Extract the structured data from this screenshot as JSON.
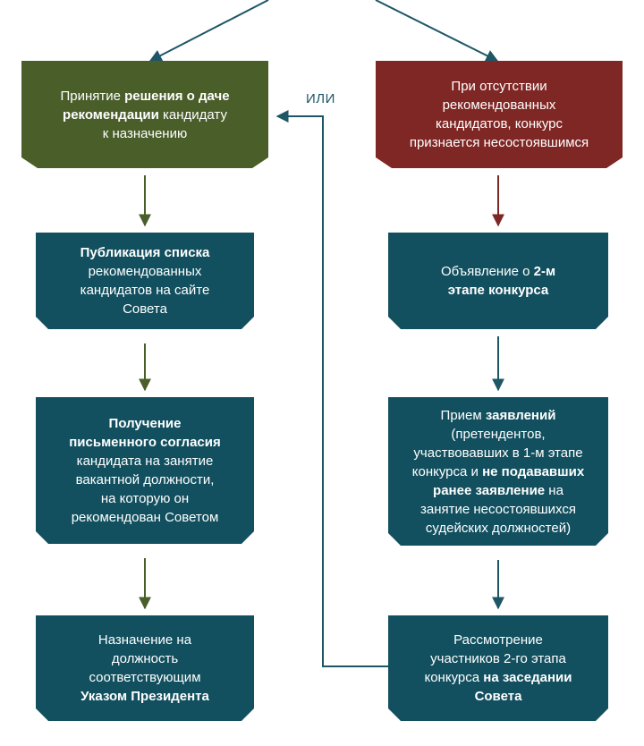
{
  "left_column": [
    {
      "name": "step-decision",
      "color": "green",
      "lines": [
        [
          [
            "Принятие ",
            false
          ],
          [
            "решения о даче",
            true
          ]
        ],
        [
          [
            "рекомендации",
            true
          ],
          [
            " кандидату",
            false
          ]
        ],
        [
          [
            "к назначению",
            false
          ]
        ]
      ]
    },
    {
      "name": "step-publication",
      "color": "teal",
      "lines": [
        [
          [
            "Публикация списка",
            true
          ]
        ],
        [
          [
            "рекомендованных",
            false
          ]
        ],
        [
          [
            "кандидатов на сайте",
            false
          ]
        ],
        [
          [
            "Совета",
            false
          ]
        ]
      ]
    },
    {
      "name": "step-consent",
      "color": "teal",
      "lines": [
        [
          [
            "Получение",
            true
          ]
        ],
        [
          [
            "письменного согласия",
            true
          ]
        ],
        [
          [
            "кандидата на занятие",
            false
          ]
        ],
        [
          [
            "вакантной должности,",
            false
          ]
        ],
        [
          [
            "на которую он",
            false
          ]
        ],
        [
          [
            "рекомендован Советом",
            false
          ]
        ]
      ]
    },
    {
      "name": "step-appointment",
      "color": "teal",
      "lines": [
        [
          [
            "Назначение на",
            false
          ]
        ],
        [
          [
            "должность",
            false
          ]
        ],
        [
          [
            "соответствующим",
            false
          ]
        ],
        [
          [
            "Указом Президента",
            true
          ]
        ]
      ]
    }
  ],
  "right_column": [
    {
      "name": "step-failed",
      "color": "red",
      "lines": [
        [
          [
            "При отсутствии",
            false
          ]
        ],
        [
          [
            "рекомендованных",
            false
          ]
        ],
        [
          [
            "кандидатов, конкурс",
            false
          ]
        ],
        [
          [
            "признается несостоявшимся",
            false
          ]
        ]
      ]
    },
    {
      "name": "step-announcement",
      "color": "teal",
      "lines": [
        [
          [
            "Объявление о ",
            false
          ],
          [
            "2-м",
            true
          ]
        ],
        [
          [
            "этапе конкурса",
            true
          ]
        ]
      ]
    },
    {
      "name": "step-applications",
      "color": "teal",
      "lines": [
        [
          [
            "Прием ",
            false
          ],
          [
            "заявлений",
            true
          ]
        ],
        [
          [
            "(претендентов,",
            false
          ]
        ],
        [
          [
            "участвовавших в 1-м этапе",
            false
          ]
        ],
        [
          [
            "конкурса и ",
            false
          ],
          [
            "не подававших",
            true
          ]
        ],
        [
          [
            "ранее заявление",
            true
          ],
          [
            " на",
            false
          ]
        ],
        [
          [
            "занятие несостоявшихся",
            false
          ]
        ],
        [
          [
            "судейских должностей)",
            false
          ]
        ]
      ]
    },
    {
      "name": "step-review",
      "color": "teal",
      "lines": [
        [
          [
            "Рассмотрение",
            false
          ]
        ],
        [
          [
            "участников 2-го этапа",
            false
          ]
        ],
        [
          [
            "конкурса ",
            false
          ],
          [
            "на заседании",
            true
          ]
        ],
        [
          [
            "Совета",
            true
          ]
        ]
      ]
    }
  ],
  "or_label": "ИЛИ",
  "colors": {
    "green": "#4a5e2a",
    "red": "#7e2724",
    "teal": "#12505f",
    "connector": "#1e5666"
  }
}
